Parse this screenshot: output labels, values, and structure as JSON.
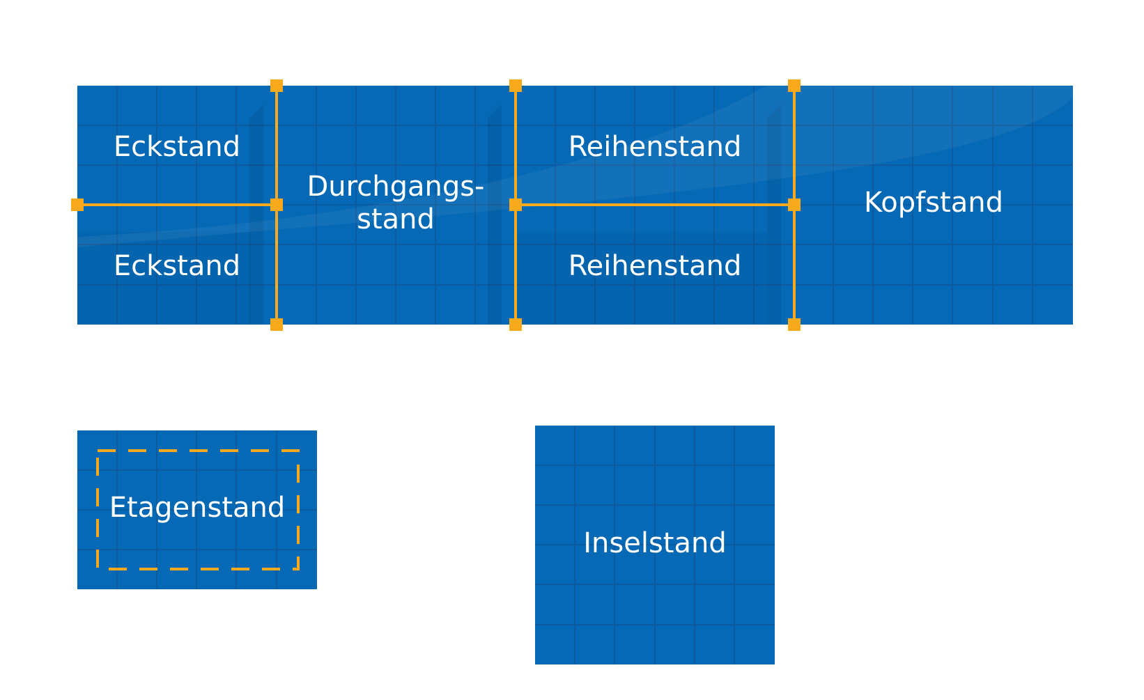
{
  "colors": {
    "background": "#ffffff",
    "booth_fill": "#0569b6",
    "grid_line": "#0d5a9e",
    "accent_orange": "#f9a91c",
    "label_text": "#ffffff"
  },
  "booths": {
    "corner_top": "Eckstand",
    "corner_bottom": "Eckstand",
    "passage_line1": "Durchgangs-",
    "passage_line2": "stand",
    "row_top": "Reihenstand",
    "row_bottom": "Reihenstand",
    "head": "Kopfstand",
    "floor": "Etagenstand",
    "island": "Inselstand"
  }
}
